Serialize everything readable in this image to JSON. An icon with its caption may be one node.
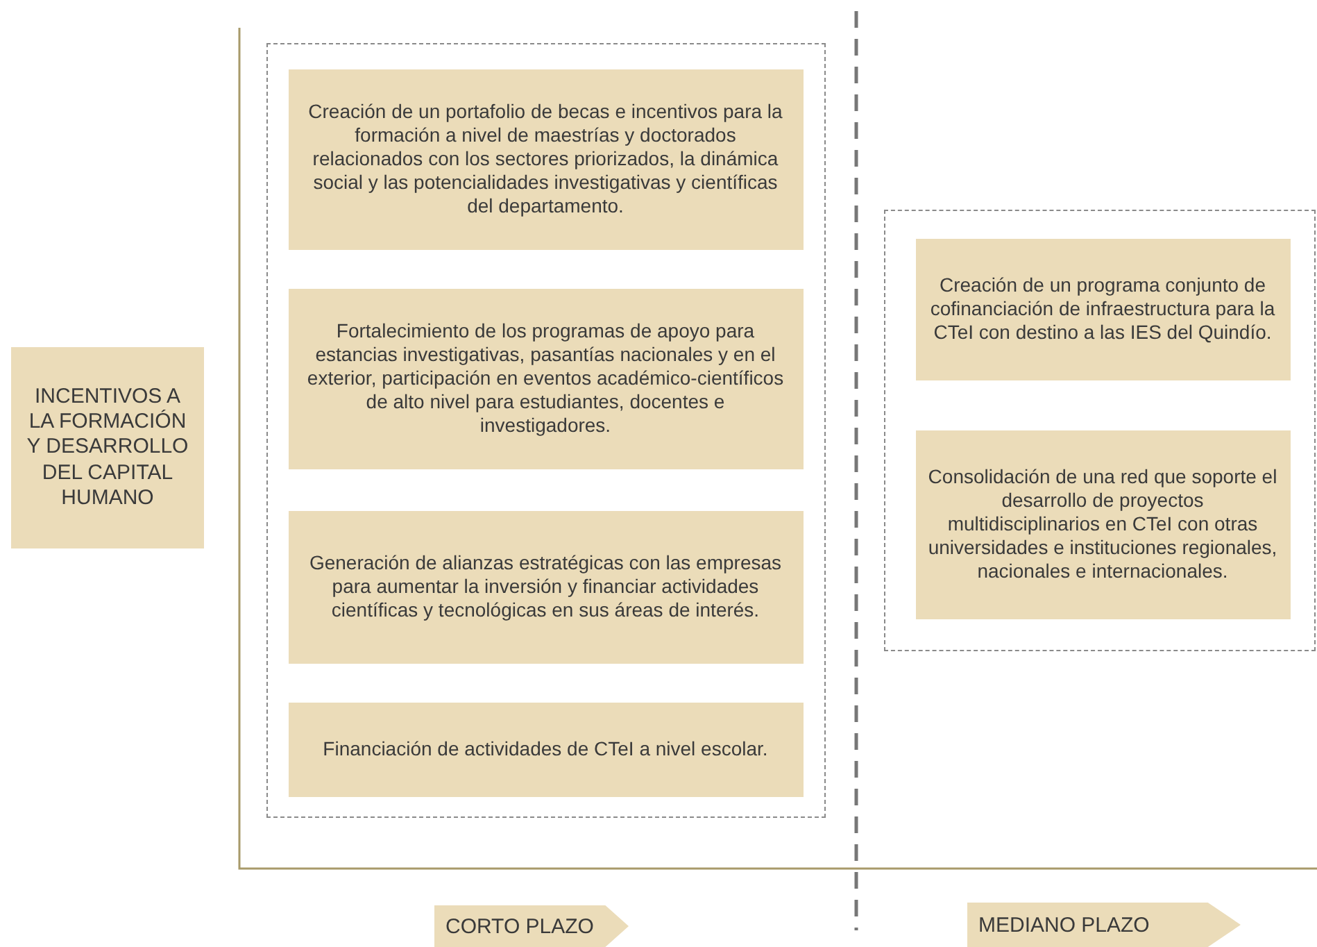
{
  "diagram": {
    "nodes": [
      {
        "text": [
          "INCENTIVOS A LA FORMACIÓN Y DESARROLLO DEL CAPITAL HUMANO"
        ]
      },
      {
        "text": [],
        "shape": "box"
      },
      {
        "text": [
          "Creación de un portafolio de becas e incentivos para la formación a nivel de maestrías y doctorados relacionados con los sectores priorizados, la dinámica social y las potencialidades investigativas y científicas del departamento."
        ],
        "in": 1
      },
      {
        "text": [
          "Fortalecimiento de los  programas de apoyo para estancias investigativas, pasantías nacionales y en el exterior, participación en eventos académico-científicos de alto nivel para estudiantes, docentes e investigadores."
        ],
        "in": 1
      },
      {
        "text": [
          "Generación de alianzas estratégicas con las empresas para aumentar la inversión y  financiar actividades científicas y tecnológicas en sus áreas de interés."
        ],
        "in": 1
      },
      {
        "text": [
          "Financiación de actividades de CTeI a nivel escolar."
        ],
        "in": 1
      },
      {
        "text": [],
        "shape": "box"
      },
      {
        "text": [
          "Creación de un programa conjunto de cofinanciación de infraestructura para la CTeI con destino a las IES del Quindío."
        ],
        "in": 6
      },
      {
        "text": [
          "Consolidación de una red que soporte el desarrollo de proyectos multidisciplinarios en CTeI con otras universidades e instituciones regionales, nacionales e internacionales."
        ],
        "in": 6
      },
      {
        "text": [
          "CORTO PLAZO"
        ]
      },
      {
        "text": [
          "MEDIANO PLAZO"
        ]
      }
    ],
    "edges": []
  }
}
